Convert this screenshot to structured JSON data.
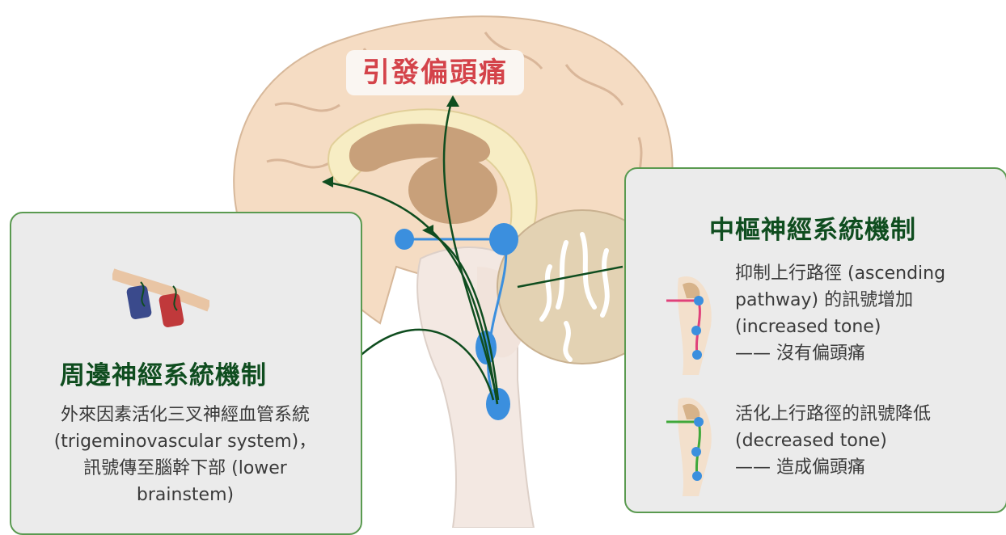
{
  "title": "引發偏頭痛",
  "peripheral": {
    "title": "周邊神經系統機制",
    "lines": [
      "外來因素活化三叉神經血管系統",
      "(trigeminovascular system)，",
      "訊號傳至腦幹下部 (lower",
      "brainstem)"
    ]
  },
  "central": {
    "title": "中樞神經系統機制",
    "item1": {
      "lines": [
        "抑制上行路徑 (ascending",
        "pathway) 的訊號增加",
        "(increased tone)",
        "—— 沒有偏頭痛"
      ],
      "pathway_color": "#e0417a"
    },
    "item2": {
      "lines": [
        "活化上行路徑的訊號降低",
        "(decreased tone)",
        "—— 造成偏頭痛"
      ],
      "pathway_color": "#3fa83a"
    }
  },
  "colors": {
    "accent_green": "#0f4d1f",
    "panel_border": "#5a9a50",
    "headline_red": "#d4434a",
    "nerve_blue": "#3b8fde",
    "brain_skin": "#f5dcc3"
  }
}
